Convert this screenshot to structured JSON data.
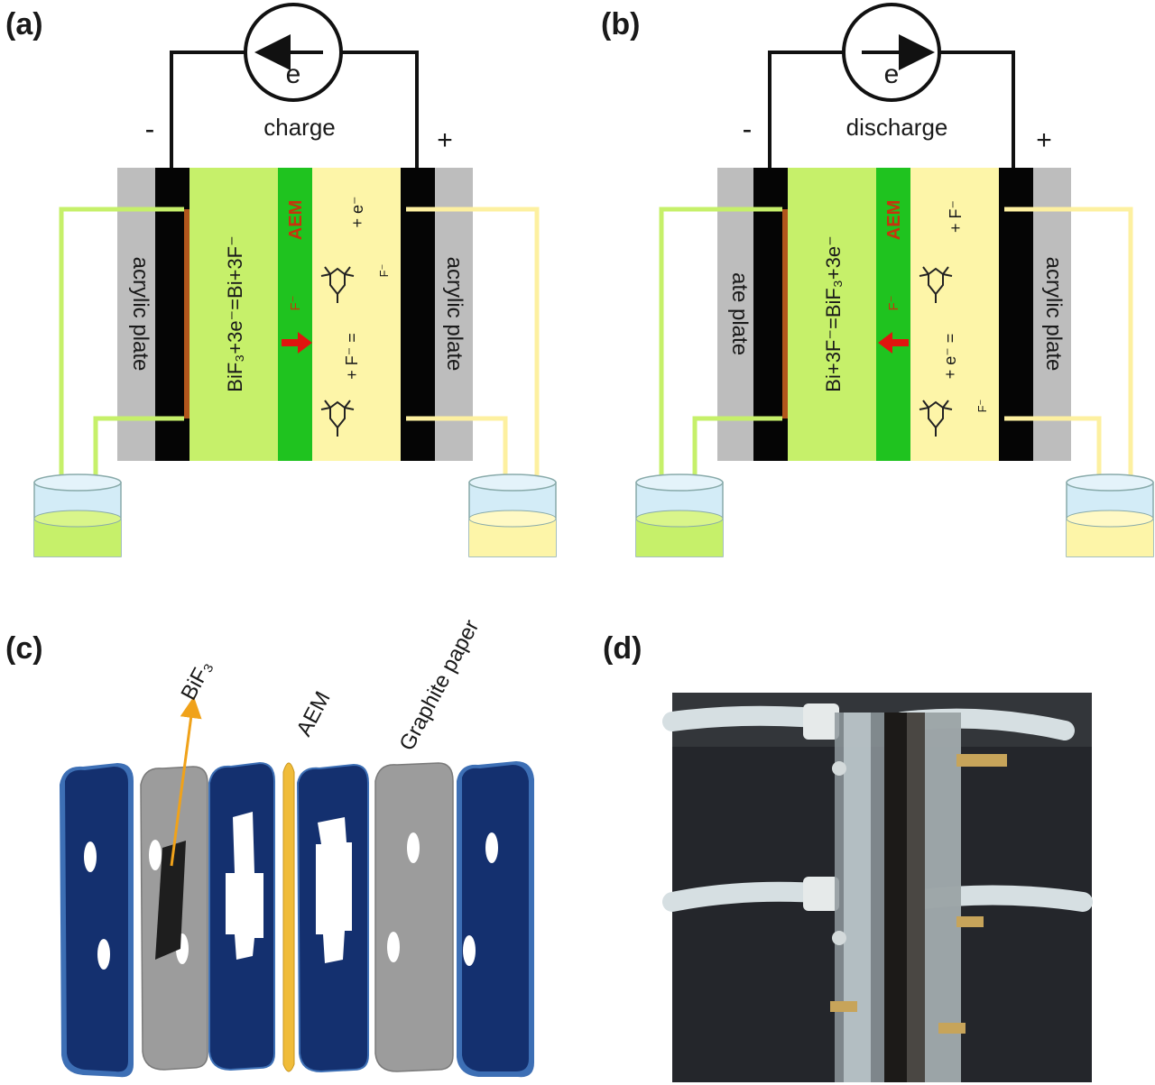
{
  "panels": {
    "a": {
      "label": "(a)",
      "electron": "e",
      "mode": "charge",
      "minus": "-",
      "plus": "+",
      "left_plate": "acrylic plate",
      "right_plate": "acrylic plate",
      "reaction": "BiF₃+3e⁻=Bi+3F⁻",
      "membrane": "AEM",
      "ion": "F⁻",
      "right_eq": "+ F⁻  =",
      "right_tail": "+ e⁻",
      "counter_ion": "F⁻"
    },
    "b": {
      "label": "(b)",
      "electron": "e",
      "mode": "discharge",
      "minus": "-",
      "plus": "+",
      "left_plate": "ate plate",
      "right_plate": "acrylic plate",
      "reaction": "Bi+3F⁻=BiF₃+3e⁻",
      "membrane": "AEM",
      "ion": "F⁻",
      "right_eq": "+ e⁻  =",
      "right_tail": "+ F⁻",
      "counter_ion": "F⁻"
    },
    "c": {
      "label": "(c)",
      "bif3": "BiF₃",
      "aem": "AEM",
      "graphite": "Graphite paper"
    },
    "d": {
      "label": "(d)"
    }
  },
  "colors": {
    "anolyte": "#c6f06a",
    "catholyte": "#fdf5a8",
    "membrane": "#1fc31f",
    "plate": "#bdbdbd",
    "electrode": "#050505",
    "arrow": "#e0150f",
    "aem_text": "#c8330c",
    "blue_plate": "#14306f",
    "gray_plate": "#9c9c9c",
    "gold_membrane": "#f0bc3a"
  }
}
